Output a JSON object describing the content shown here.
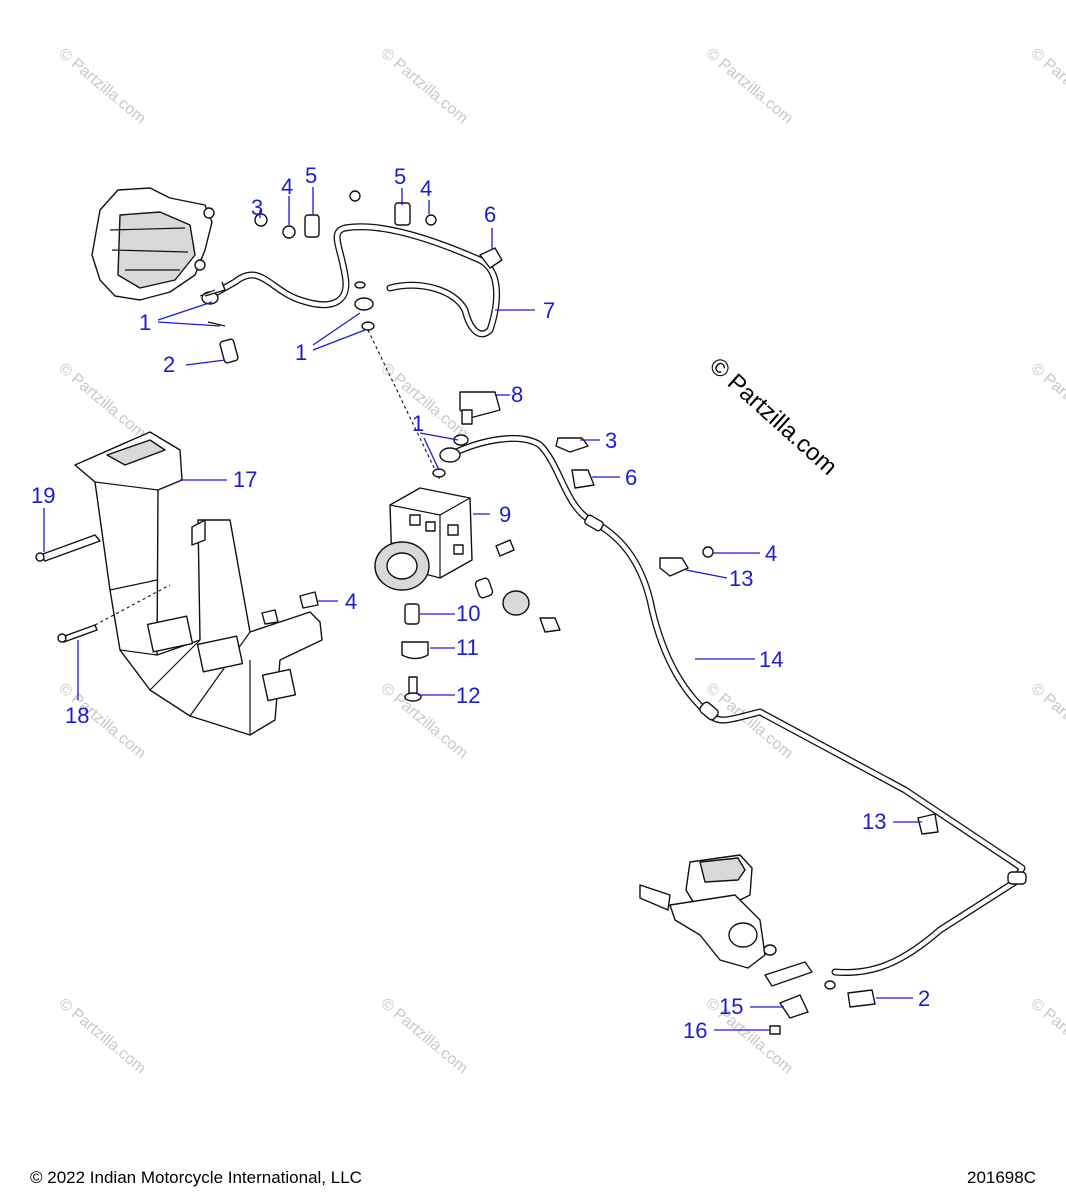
{
  "watermark": {
    "text": "© Partzilla.com",
    "main_text": "© Partzilla.com"
  },
  "callouts": {
    "c1a": "1",
    "c1b": "1",
    "c1c": "1",
    "c2a": "2",
    "c2b": "2",
    "c3a": "3",
    "c3b": "3",
    "c4a": "4",
    "c4b": "4",
    "c4c": "4",
    "c4d": "4",
    "c5a": "5",
    "c5b": "5",
    "c6a": "6",
    "c6b": "6",
    "c7": "7",
    "c8": "8",
    "c9": "9",
    "c10": "10",
    "c11": "11",
    "c12": "12",
    "c13a": "13",
    "c13b": "13",
    "c14": "14",
    "c15": "15",
    "c16": "16",
    "c17": "17",
    "c18": "18",
    "c19": "19"
  },
  "footer": {
    "copyright": "© 2022 Indian Motorcycle International, LLC",
    "diagram_id": "201698C"
  }
}
